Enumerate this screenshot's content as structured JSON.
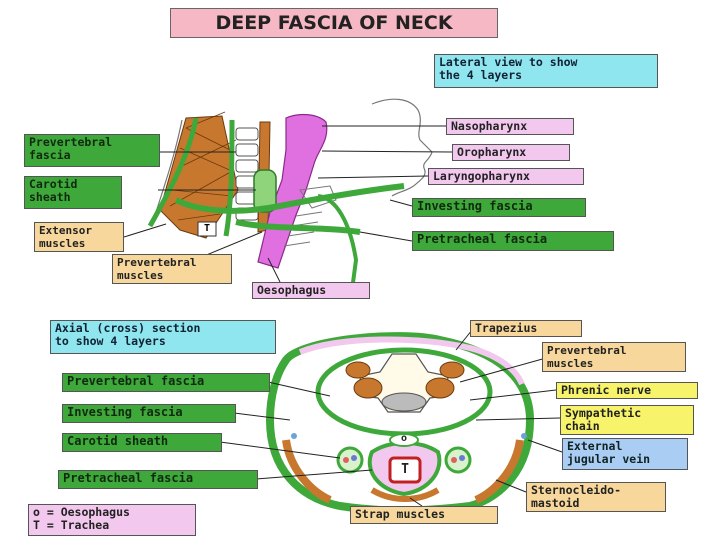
{
  "title": "DEEP FASCIA OF NECK",
  "lateral": {
    "caption": "Lateral view to show\nthe 4 layers",
    "labels": {
      "prevertebral_fascia": "Prevertebral\nfascia",
      "carotid_sheath": "Carotid\nsheath",
      "extensor_muscles": "Extensor\nmuscles",
      "prevertebral_muscles": "Prevertebral\nmuscles",
      "nasopharynx": "Nasopharynx",
      "oropharynx": "Oropharynx",
      "laryngopharynx": "Laryngopharynx",
      "investing_fascia": "Investing fascia",
      "pretracheal_fascia": "Pretracheal fascia",
      "oesophagus": "Oesophagus"
    }
  },
  "axial": {
    "caption": "Axial (cross) section\nto show 4 layers",
    "labels": {
      "prevertebral_fascia": "Prevertebral fascia",
      "investing_fascia": "Investing fascia",
      "carotid_sheath": "Carotid sheath",
      "pretracheal_fascia": "Pretracheal fascia",
      "trapezius": "Trapezius",
      "prevertebral_muscles": "Prevertebral\nmuscles",
      "phrenic_nerve": "Phrenic nerve",
      "sympathetic_chain": "Sympathetic\nchain",
      "external_jugular_vein": "External\njugular vein",
      "sternocleidomastoid": "Sternocleido-\nmastoid",
      "strap_muscles": "Strap muscles"
    },
    "trachea_letter": "T",
    "oesophagus_letter": "o"
  },
  "legend": "o = Oesophagus\nT = Trachea",
  "lateral_figure_mark": "T",
  "colors": {
    "fascia_green": "#3fa83a",
    "pharynx_magenta": "#e070e0",
    "muscle_orange": "#c8782e"
  }
}
